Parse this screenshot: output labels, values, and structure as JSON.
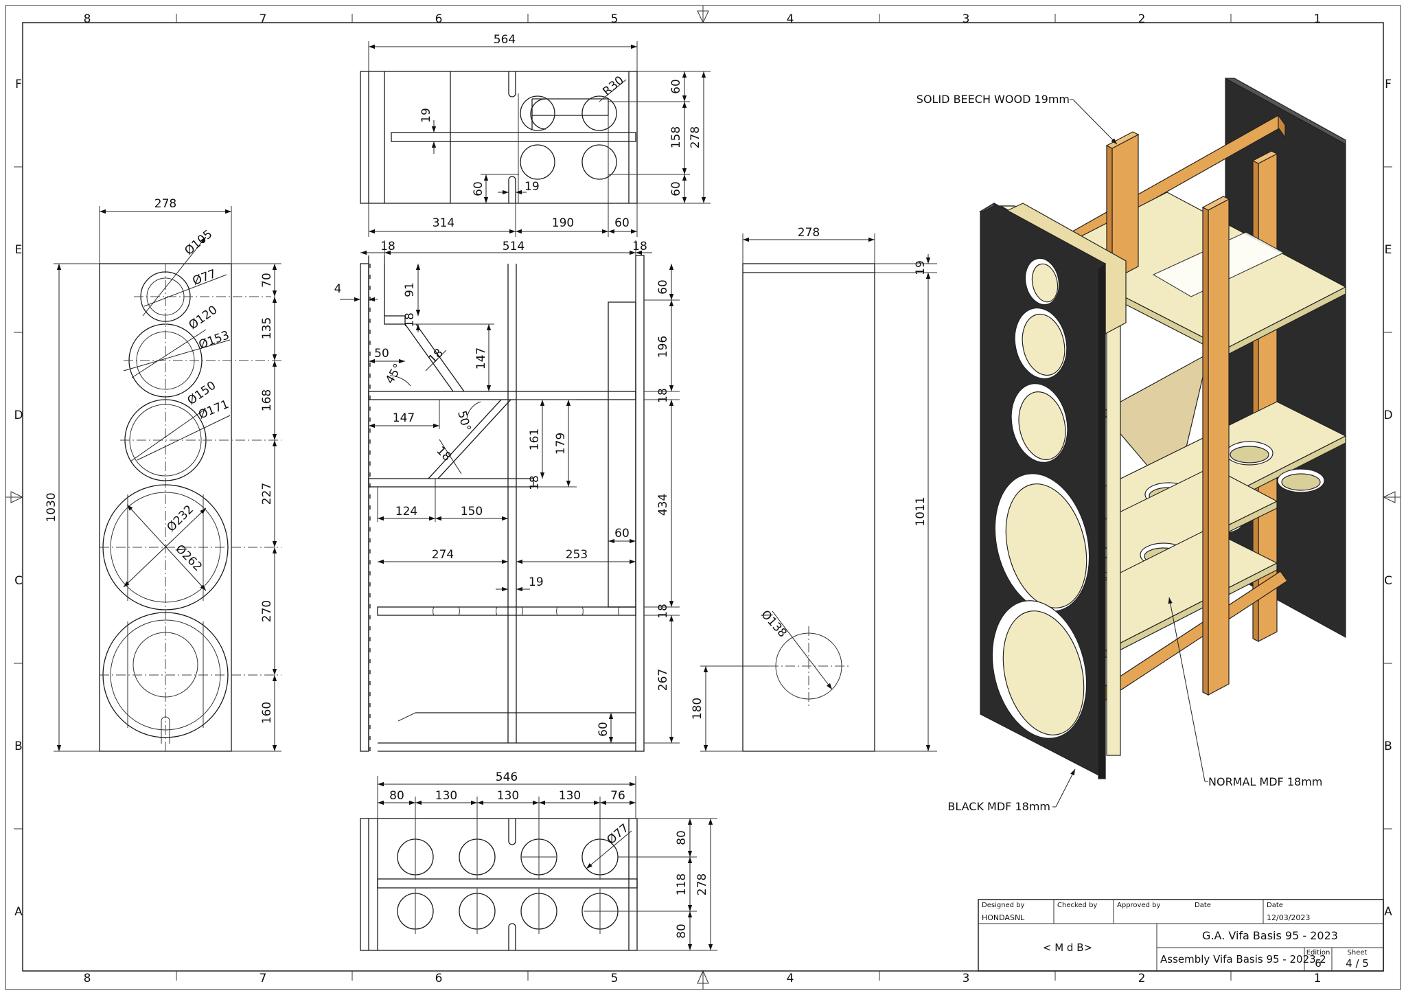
{
  "grid": {
    "columns": [
      "8",
      "7",
      "6",
      "5",
      "4",
      "3",
      "2",
      "1"
    ],
    "rows": [
      "F",
      "E",
      "D",
      "C",
      "B",
      "A"
    ]
  },
  "colors": {
    "black_mdf": "#2b2b2b",
    "normal_mdf": "#f2ebc2",
    "beech": "#e4a655",
    "beech_dark": "#c9853a",
    "line": "#1a1a1a"
  },
  "dimensions": {
    "front": {
      "width": "278",
      "height": "1030",
      "seg": [
        "70",
        "135",
        "168",
        "227",
        "270",
        "160"
      ],
      "dia": [
        "Ø105",
        "Ø77",
        "Ø120",
        "Ø153",
        "Ø150",
        "Ø171",
        "Ø232",
        "Ø262"
      ]
    },
    "top": {
      "width": "564",
      "radius": "R30",
      "r": [
        "60",
        "158",
        "60",
        "278"
      ],
      "l": [
        "19",
        "60",
        "19"
      ],
      "b": [
        "314",
        "190",
        "60"
      ]
    },
    "section": {
      "top": [
        "18",
        "514",
        "18"
      ],
      "left": [
        "4",
        "91",
        "18",
        "50",
        "45°",
        "18",
        "147",
        "147",
        "50°",
        "18"
      ],
      "right": [
        "60",
        "196",
        "18",
        "434",
        "18",
        "267"
      ],
      "mid": [
        "161",
        "179",
        "18",
        "124",
        "150",
        "274",
        "253",
        "60",
        "19",
        "60"
      ]
    },
    "side": {
      "width": "278",
      "top": "19",
      "height": "1011",
      "dia": "Ø138",
      "offset": "180"
    },
    "bottom": {
      "width": "546",
      "cols": [
        "80",
        "130",
        "130",
        "130",
        "76"
      ],
      "dia": "Ø77",
      "r": [
        "80",
        "118",
        "80",
        "278"
      ]
    }
  },
  "labels": {
    "solid_beech": "SOLID BEECH WOOD 19mm",
    "normal_mdf": "NORMAL MDF 18mm",
    "black_mdf": "BLACK MDF 18mm"
  },
  "title_block": {
    "designed_by_label": "Designed by",
    "checked_by_label": "Checked by",
    "approved_by_label": "Approved by",
    "date_label": "Date",
    "date_label2": "Date",
    "designer": "HONDASNL",
    "date_value": "12/03/2023",
    "company": "< M d B>",
    "title": "G.A. Vifa Basis 95 - 2023",
    "subtitle": "Assembly Vifa Basis 95 - 2023-2",
    "edition_label": "Edition",
    "edition_value": "6",
    "sheet_label": "Sheet",
    "sheet_value": "4 / 5"
  }
}
